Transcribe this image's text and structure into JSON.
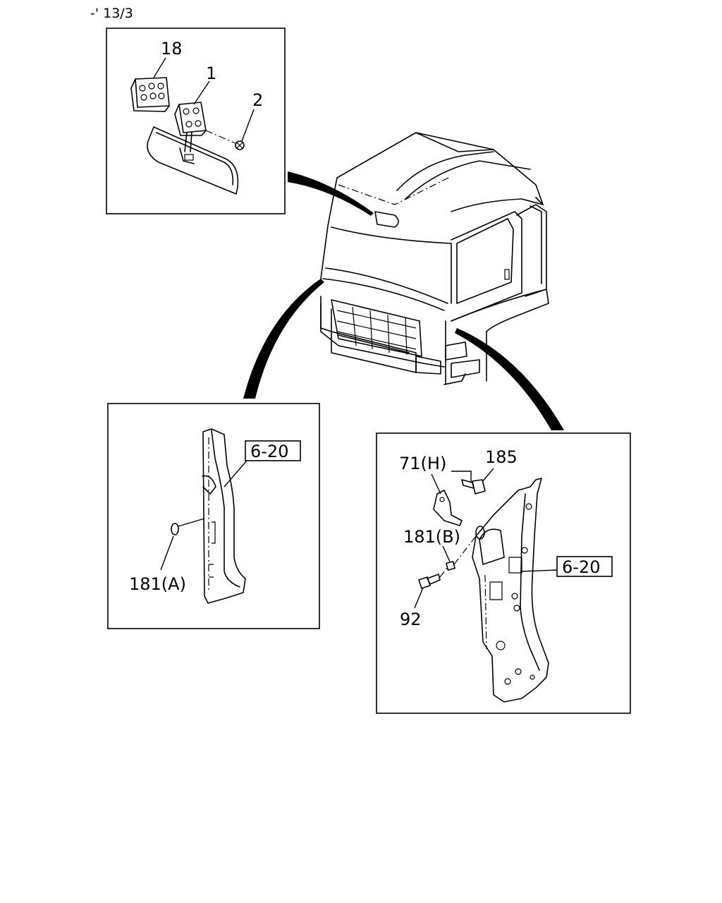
{
  "page_ref": "-' 13/3",
  "callouts": {
    "part_18": "18",
    "part_1": "1",
    "part_2": "2",
    "ref_left": "6-20",
    "part_181a": "181(A)",
    "part_71h": "71(H)",
    "part_185": "185",
    "part_181b": "181(B)",
    "ref_right": "6-20",
    "part_92": "92"
  }
}
